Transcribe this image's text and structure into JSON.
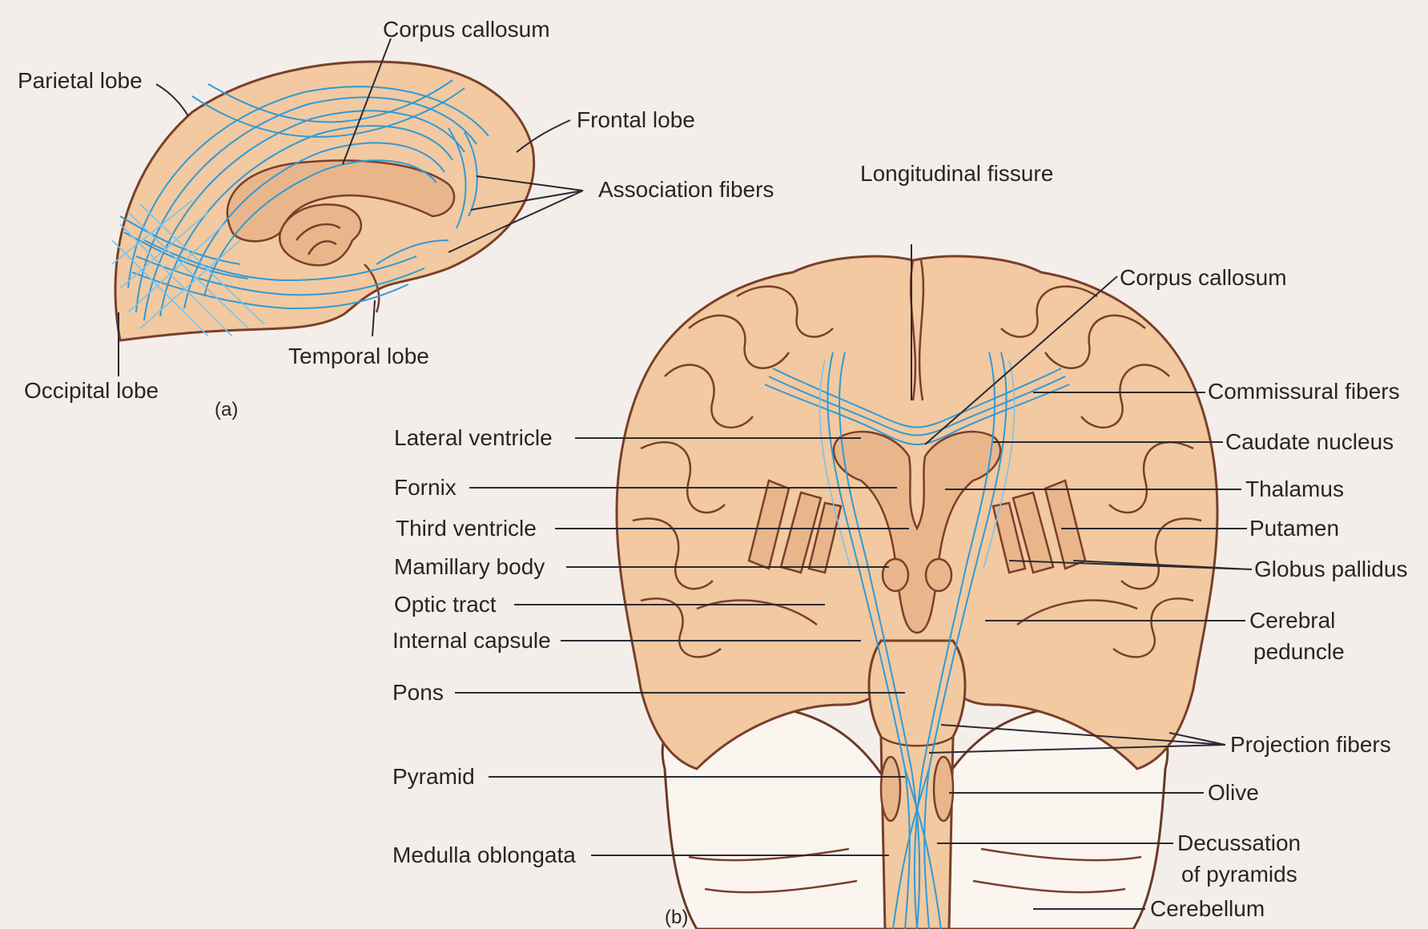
{
  "panel_a": {
    "caption": "(a)",
    "labels": {
      "corpus_callosum": "Corpus callosum",
      "parietal_lobe": "Parietal lobe",
      "frontal_lobe": "Frontal lobe",
      "association_fibers": "Association fibers",
      "temporal_lobe": "Temporal lobe",
      "occipital_lobe": "Occipital lobe"
    }
  },
  "panel_b": {
    "caption": "(b)",
    "labels": {
      "longitudinal_fissure": "Longitudinal fissure",
      "corpus_callosum": "Corpus callosum",
      "commissural_fibers": "Commissural fibers",
      "caudate_nucleus": "Caudate nucleus",
      "thalamus": "Thalamus",
      "putamen": "Putamen",
      "globus_pallidus": "Globus pallidus",
      "cerebral_peduncle_1": "Cerebral",
      "cerebral_peduncle_2": "peduncle",
      "projection_fibers": "Projection fibers",
      "olive": "Olive",
      "decussation_1": "Decussation",
      "decussation_2": "of pyramids",
      "cerebellum": "Cerebellum",
      "lateral_ventricle": "Lateral ventricle",
      "fornix": "Fornix",
      "third_ventricle": "Third ventricle",
      "mamillary_body": "Mamillary body",
      "optic_tract": "Optic tract",
      "internal_capsule": "Internal capsule",
      "pons": "Pons",
      "pyramid": "Pyramid",
      "medulla_oblongata": "Medulla oblongata"
    }
  },
  "colors": {
    "background": "#f4eeea",
    "tissue": "#f2c9a0",
    "outline": "#7a3f2a",
    "fibers": "#2f9bd6",
    "label_text": "#2b2522"
  }
}
